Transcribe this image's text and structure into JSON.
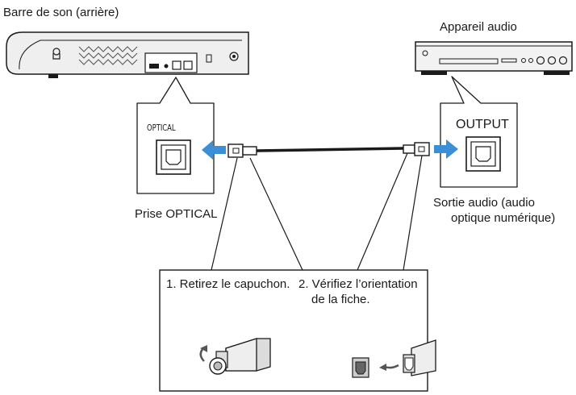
{
  "soundbar": {
    "title": "Barre de son (arrière)"
  },
  "device": {
    "title": "Appareil audio"
  },
  "optical_port": {
    "panel_label": "OPTICAL",
    "caption": "Prise OPTICAL"
  },
  "output_port": {
    "panel_label": "OUTPUT",
    "caption_line1": "Sortie audio (audio",
    "caption_line2": "optique numérique)"
  },
  "steps": {
    "step1": "1. Retirez le capuchon.",
    "step2_line1": "2. Vérifiez l’orientation",
    "step2_line2": "de la fiche."
  },
  "colors": {
    "arrow": "#3a8fd6",
    "line": "#1a1a1a",
    "device_fill": "#f2f2f2"
  }
}
